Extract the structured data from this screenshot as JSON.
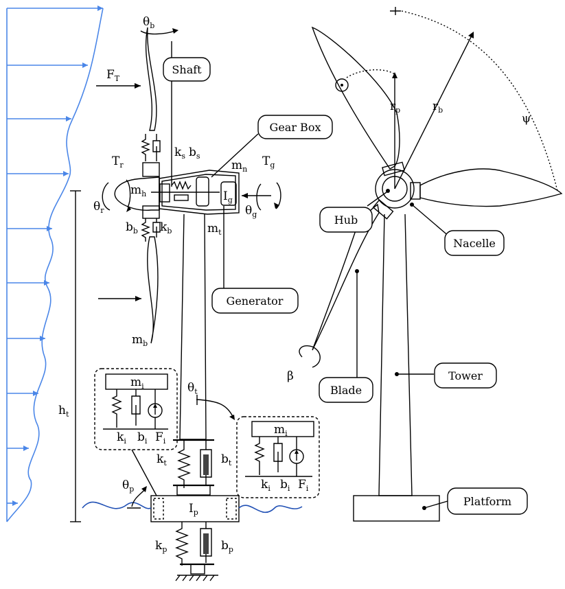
{
  "callouts": {
    "shaft": "Shaft",
    "gear_box": "Gear Box",
    "generator": "Generator",
    "hub": "Hub",
    "nacelle": "Nacelle",
    "blade": "Blade",
    "tower": "Tower",
    "platform": "Platform"
  },
  "symbols": {
    "theta_b": {
      "base": "θ",
      "sub": "b"
    },
    "F_T": {
      "base": "F",
      "sub": "T"
    },
    "T_r": {
      "base": "T",
      "sub": "r"
    },
    "theta_r": {
      "base": "θ",
      "sub": "r"
    },
    "k_s": {
      "base": "k",
      "sub": "s"
    },
    "b_s": {
      "base": "b",
      "sub": "s"
    },
    "m_n": {
      "base": "m",
      "sub": "n"
    },
    "T_g": {
      "base": "T",
      "sub": "g"
    },
    "m_h": {
      "base": "m",
      "sub": "h"
    },
    "I_g": {
      "base": "I",
      "sub": "g"
    },
    "theta_g": {
      "base": "θ",
      "sub": "g"
    },
    "b_b": {
      "base": "b",
      "sub": "b"
    },
    "k_b": {
      "base": "k",
      "sub": "b"
    },
    "m_t": {
      "base": "m",
      "sub": "t"
    },
    "m_b": {
      "base": "m",
      "sub": "b"
    },
    "h_t": {
      "base": "h",
      "sub": "t"
    },
    "theta_t": {
      "base": "θ",
      "sub": "t"
    },
    "k_t": {
      "base": "k",
      "sub": "t"
    },
    "b_t": {
      "base": "b",
      "sub": "t"
    },
    "theta_p": {
      "base": "θ",
      "sub": "p"
    },
    "I_p": {
      "base": "I",
      "sub": "p"
    },
    "k_p": {
      "base": "k",
      "sub": "p"
    },
    "b_p": {
      "base": "b",
      "sub": "p"
    },
    "m_i_left": {
      "base": "m",
      "sub": "i"
    },
    "k_i_left": {
      "base": "k",
      "sub": "i"
    },
    "b_i_left": {
      "base": "b",
      "sub": "i"
    },
    "F_i_left": {
      "base": "F",
      "sub": "i"
    },
    "m_i_right": {
      "base": "m",
      "sub": "i"
    },
    "k_i_right": {
      "base": "k",
      "sub": "i"
    },
    "b_i_right": {
      "base": "b",
      "sub": "i"
    },
    "F_i_right": {
      "base": "F",
      "sub": "i"
    },
    "r_p": {
      "base": "r",
      "sub": "p"
    },
    "r_b": {
      "base": "r",
      "sub": "b"
    },
    "psi": {
      "base": "ψ",
      "sub": ""
    },
    "beta": {
      "base": "β",
      "sub": ""
    }
  },
  "colors": {
    "wind_profile": "#4a86e8",
    "waves": "#1f4fb4",
    "ink": "#000000"
  }
}
